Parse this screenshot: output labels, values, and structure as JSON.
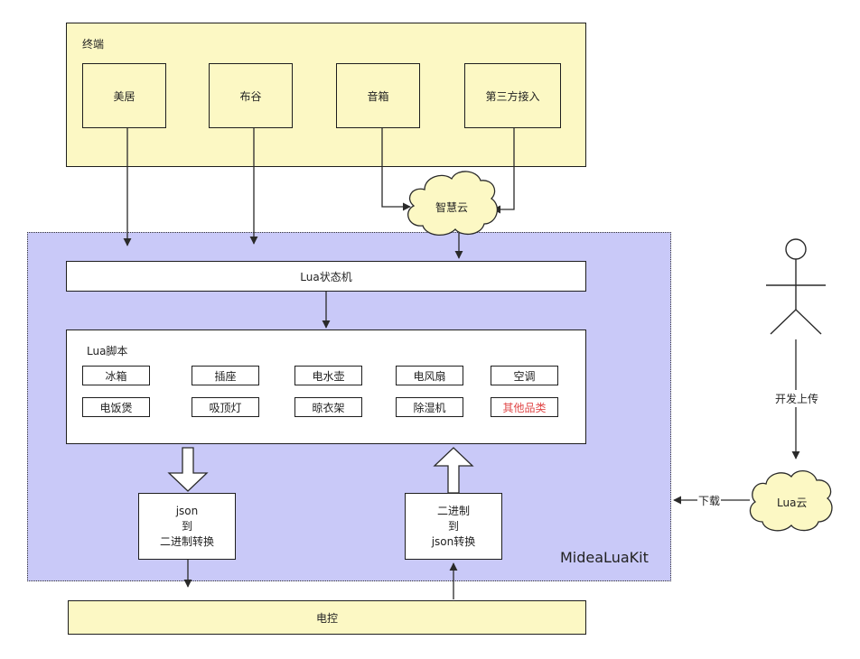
{
  "terminal": {
    "title": "终端",
    "items": [
      "美居",
      "布谷",
      "音箱",
      "第三方接入"
    ]
  },
  "cloud_smart": "智慧云",
  "kit": {
    "name": "MideaLuaKit",
    "state_machine": "Lua状态机",
    "scripts": {
      "title": "Lua脚本",
      "row1": [
        "冰箱",
        "插座",
        "电水壶",
        "电风扇",
        "空调"
      ],
      "row2": [
        "电饭煲",
        "吸顶灯",
        "晾衣架",
        "除湿机",
        "其他品类"
      ]
    },
    "json_to_bin": {
      "l1": "json",
      "l2": "到",
      "l3": "二进制转换"
    },
    "bin_to_json": {
      "l1": "二进制",
      "l2": "到",
      "l3": "json转换"
    }
  },
  "control": "电控",
  "lua_cloud": "Lua云",
  "download": "下载",
  "upload": "开发上传",
  "colors": {
    "yellow": "#fcf8c4",
    "kit_bg": "#c9c9f8",
    "highlight": "#e04848"
  }
}
